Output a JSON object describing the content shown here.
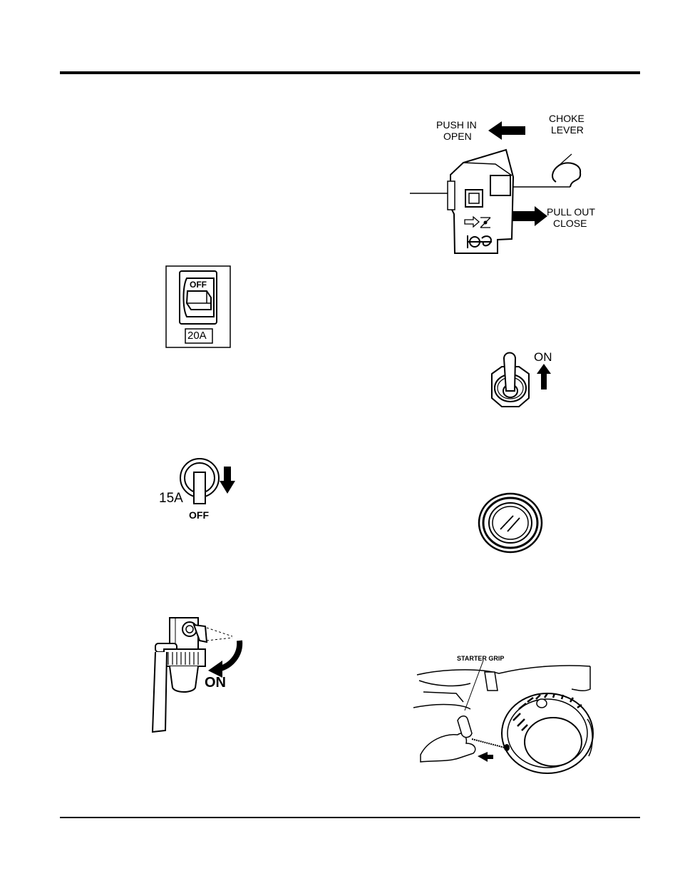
{
  "choke": {
    "open_line1": "PUSH IN",
    "open_line2": "OPEN",
    "lever_line1": "CHOKE",
    "lever_line2": "LEVER",
    "close_line1": "PULL OUT",
    "close_line2": "CLOSE"
  },
  "breaker20": {
    "switch_label": "OFF",
    "rating": "20A"
  },
  "engine_switch": {
    "label": "ON"
  },
  "breaker15": {
    "rating": "15A",
    "state": "OFF"
  },
  "fuel_valve": {
    "label": "ON"
  },
  "recoil": {
    "label": "STARTER GRIP"
  }
}
